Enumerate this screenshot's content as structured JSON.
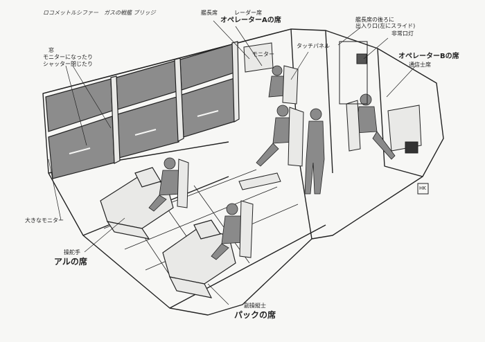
{
  "sheet_title": "ロコメットルシファー　ガスの戦艦 ブリッジ",
  "labels": {
    "window_1": "窓",
    "window_2": "モニターになったり",
    "window_3": "シャッター閉じたり",
    "captain_seat": "艦長席",
    "radar_seat": "レーダー席",
    "operator_a": "オペレーターAの席",
    "monitor": "モニター",
    "touch_panel": "タッチパネル",
    "exit_1": "艦長席の後ろに",
    "exit_2": "出入り口(左にスライド)",
    "emergency_light": "非常口灯",
    "operator_b": "オペレーターBの席",
    "comm_seat": "通信士席",
    "big_monitor": "大きなモニター",
    "pilot_role": "操舵手",
    "al_seat": "アルの席",
    "copilot_role": "副操縦士",
    "pack_seat": "パックの席",
    "signature": "HK"
  },
  "colors": {
    "ink": "#222222",
    "window_fill": "#8c8c8c",
    "panel_light": "#e9e9e7",
    "paper": "#f7f7f5"
  }
}
